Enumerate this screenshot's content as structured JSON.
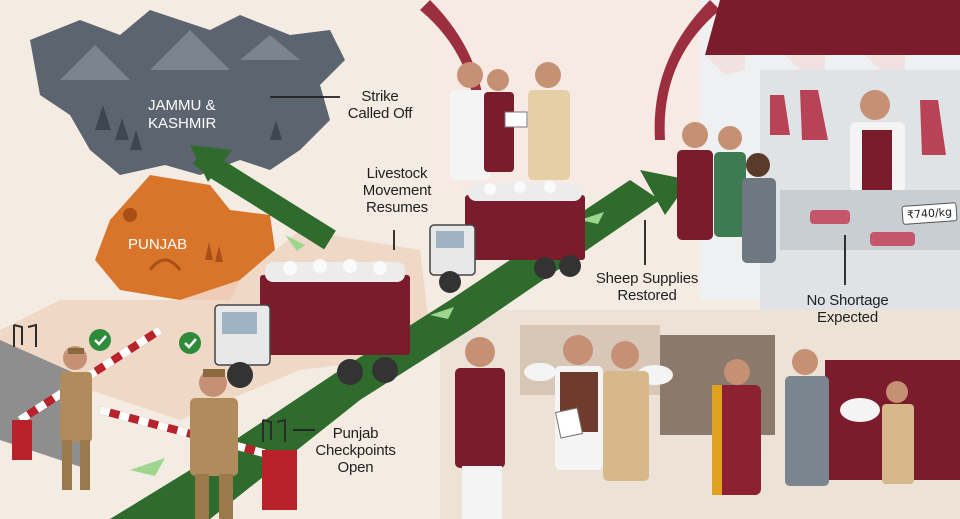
{
  "map": {
    "region_north": "JAMMU &\nKASHMIR",
    "region_south": "PUNJAB"
  },
  "callouts": {
    "strike": "Strike\nCalled Off",
    "livestock": "Livestock\nMovement\nResumes",
    "sheep": "Sheep Supplies\nRestored",
    "shortage": "No Shortage\nExpected",
    "checkpoints": "Punjab\nCheckpoints\nOpen"
  },
  "shop": {
    "price_tag": "₹740/kg"
  },
  "colors": {
    "maroon": "#7a1c2c",
    "arrow_green": "#2e6b2c",
    "map_grey": "#5c6470",
    "punjab_orange": "#d9752a"
  }
}
